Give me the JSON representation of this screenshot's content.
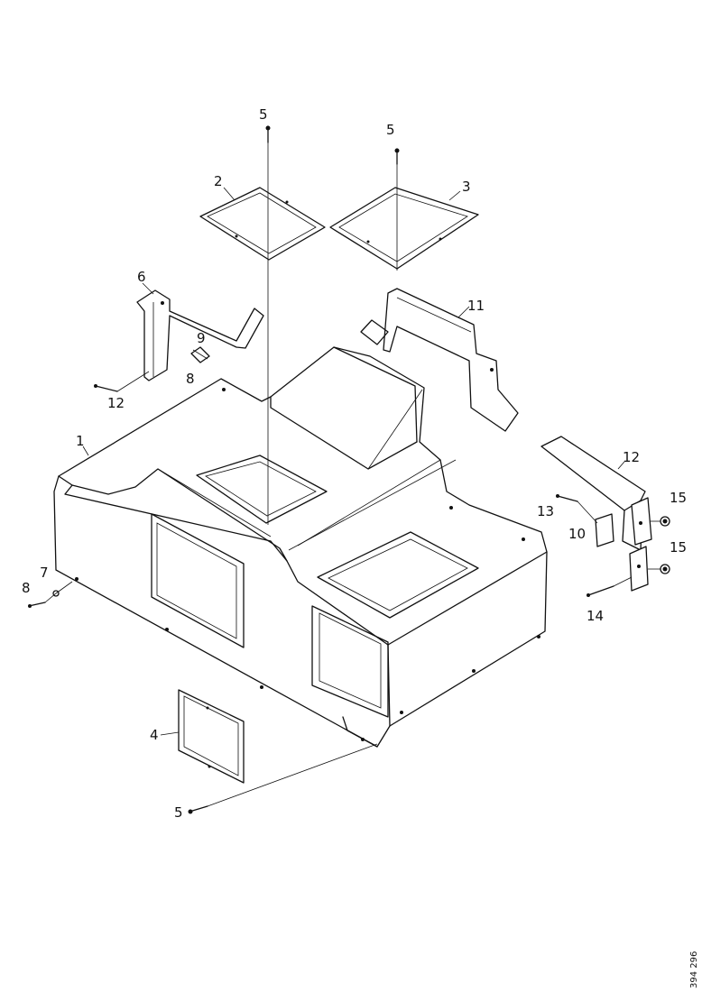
{
  "labels": {
    "p1": "1",
    "p2": "2",
    "p3": "3",
    "p4": "4",
    "p5a": "5",
    "p5b": "5",
    "p5c": "5",
    "p6": "6",
    "p7": "7",
    "p8a": "8",
    "p8b": "8",
    "p9": "9",
    "p10": "10",
    "p11": "11",
    "p12a": "12",
    "p12b": "12",
    "p13": "13",
    "p14": "14",
    "p15a": "15",
    "p15b": "15"
  },
  "drawing_code": "394 296"
}
